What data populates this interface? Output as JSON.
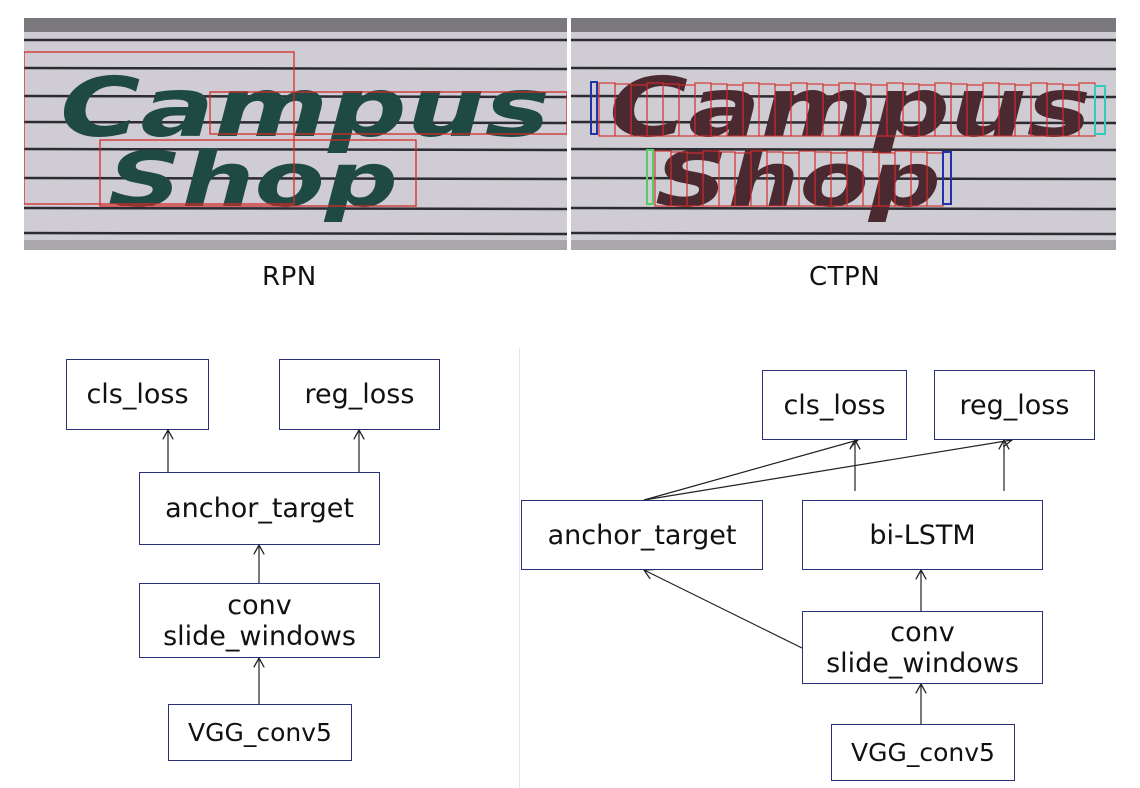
{
  "captions": {
    "rpn": "RPN",
    "ctpn": "CTPN"
  },
  "photos": {
    "sign_line1": "Campus",
    "sign_line2": "Shop"
  },
  "rpn": {
    "cls_loss": "cls_loss",
    "reg_loss": "reg_loss",
    "anchor_target": "anchor_target",
    "conv": "conv\nslide_windows",
    "vgg": "VGG_conv5"
  },
  "ctpn": {
    "cls_loss": "cls_loss",
    "reg_loss": "reg_loss",
    "anchor_target": "anchor_target",
    "bilstm": "bi-LSTM",
    "conv": "conv\nslide_windows",
    "vgg": "VGG_conv5"
  },
  "colors": {
    "box_border": "#2a2f7a",
    "sign_text": "#1f4a43",
    "proposal_box": "#d42a2a",
    "side_blue": "#2233aa",
    "side_cyan": "#33ccbb",
    "side_green": "#55cc66"
  }
}
